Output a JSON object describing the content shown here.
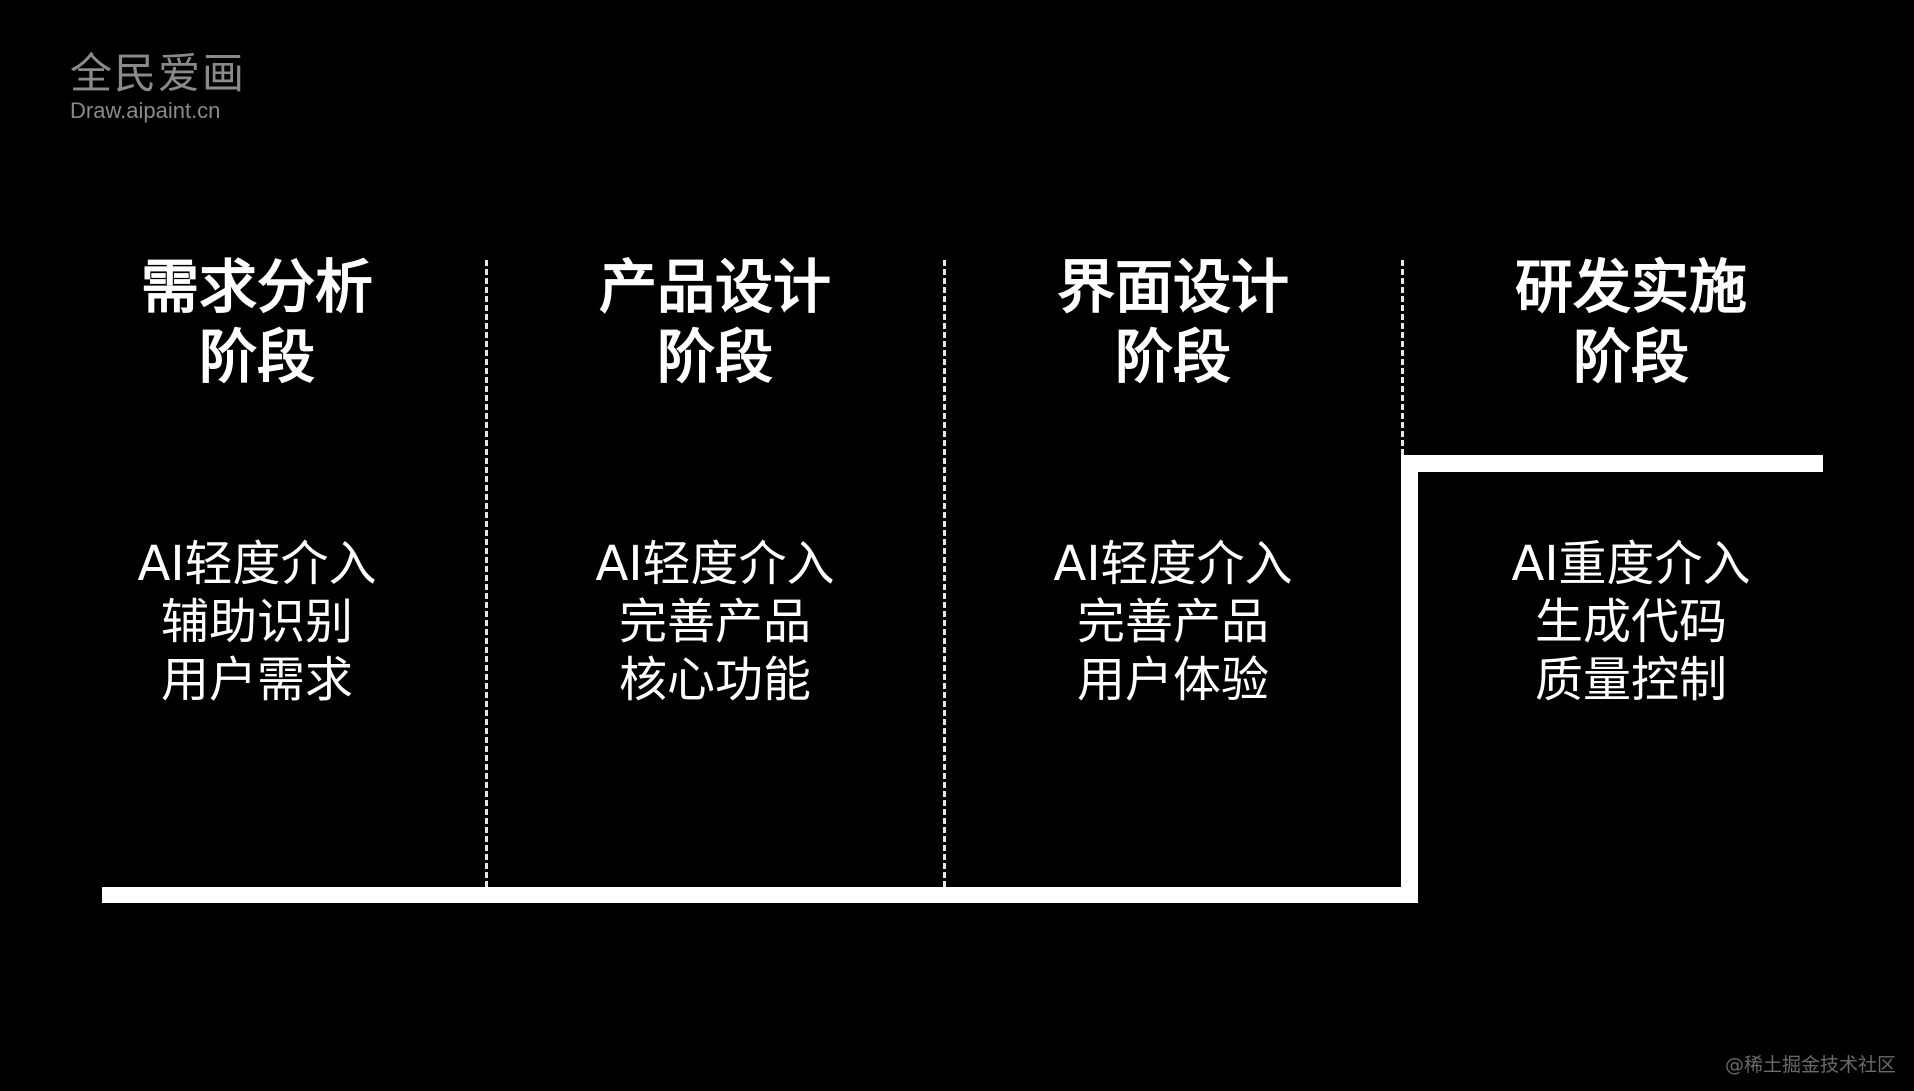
{
  "logo": {
    "cn": "全民爱画",
    "en": "Draw.aipaint.cn"
  },
  "stages": [
    {
      "title": [
        "需求分析",
        "阶段"
      ],
      "desc": [
        "AI轻度介入",
        "辅助识别",
        "用户需求"
      ]
    },
    {
      "title": [
        "产品设计",
        "阶段"
      ],
      "desc": [
        "AI轻度介入",
        "完善产品",
        "核心功能"
      ]
    },
    {
      "title": [
        "界面设计",
        "阶段"
      ],
      "desc": [
        "AI轻度介入",
        "完善产品",
        "用户体验"
      ]
    },
    {
      "title": [
        "研发实施",
        "阶段"
      ],
      "desc": [
        "AI重度介入",
        "生成代码",
        "质量控制"
      ]
    }
  ],
  "watermark": "@稀土掘金技术社区",
  "colors": {
    "background": "#000000",
    "foreground": "#ffffff",
    "logo": "#8a8a8a"
  }
}
